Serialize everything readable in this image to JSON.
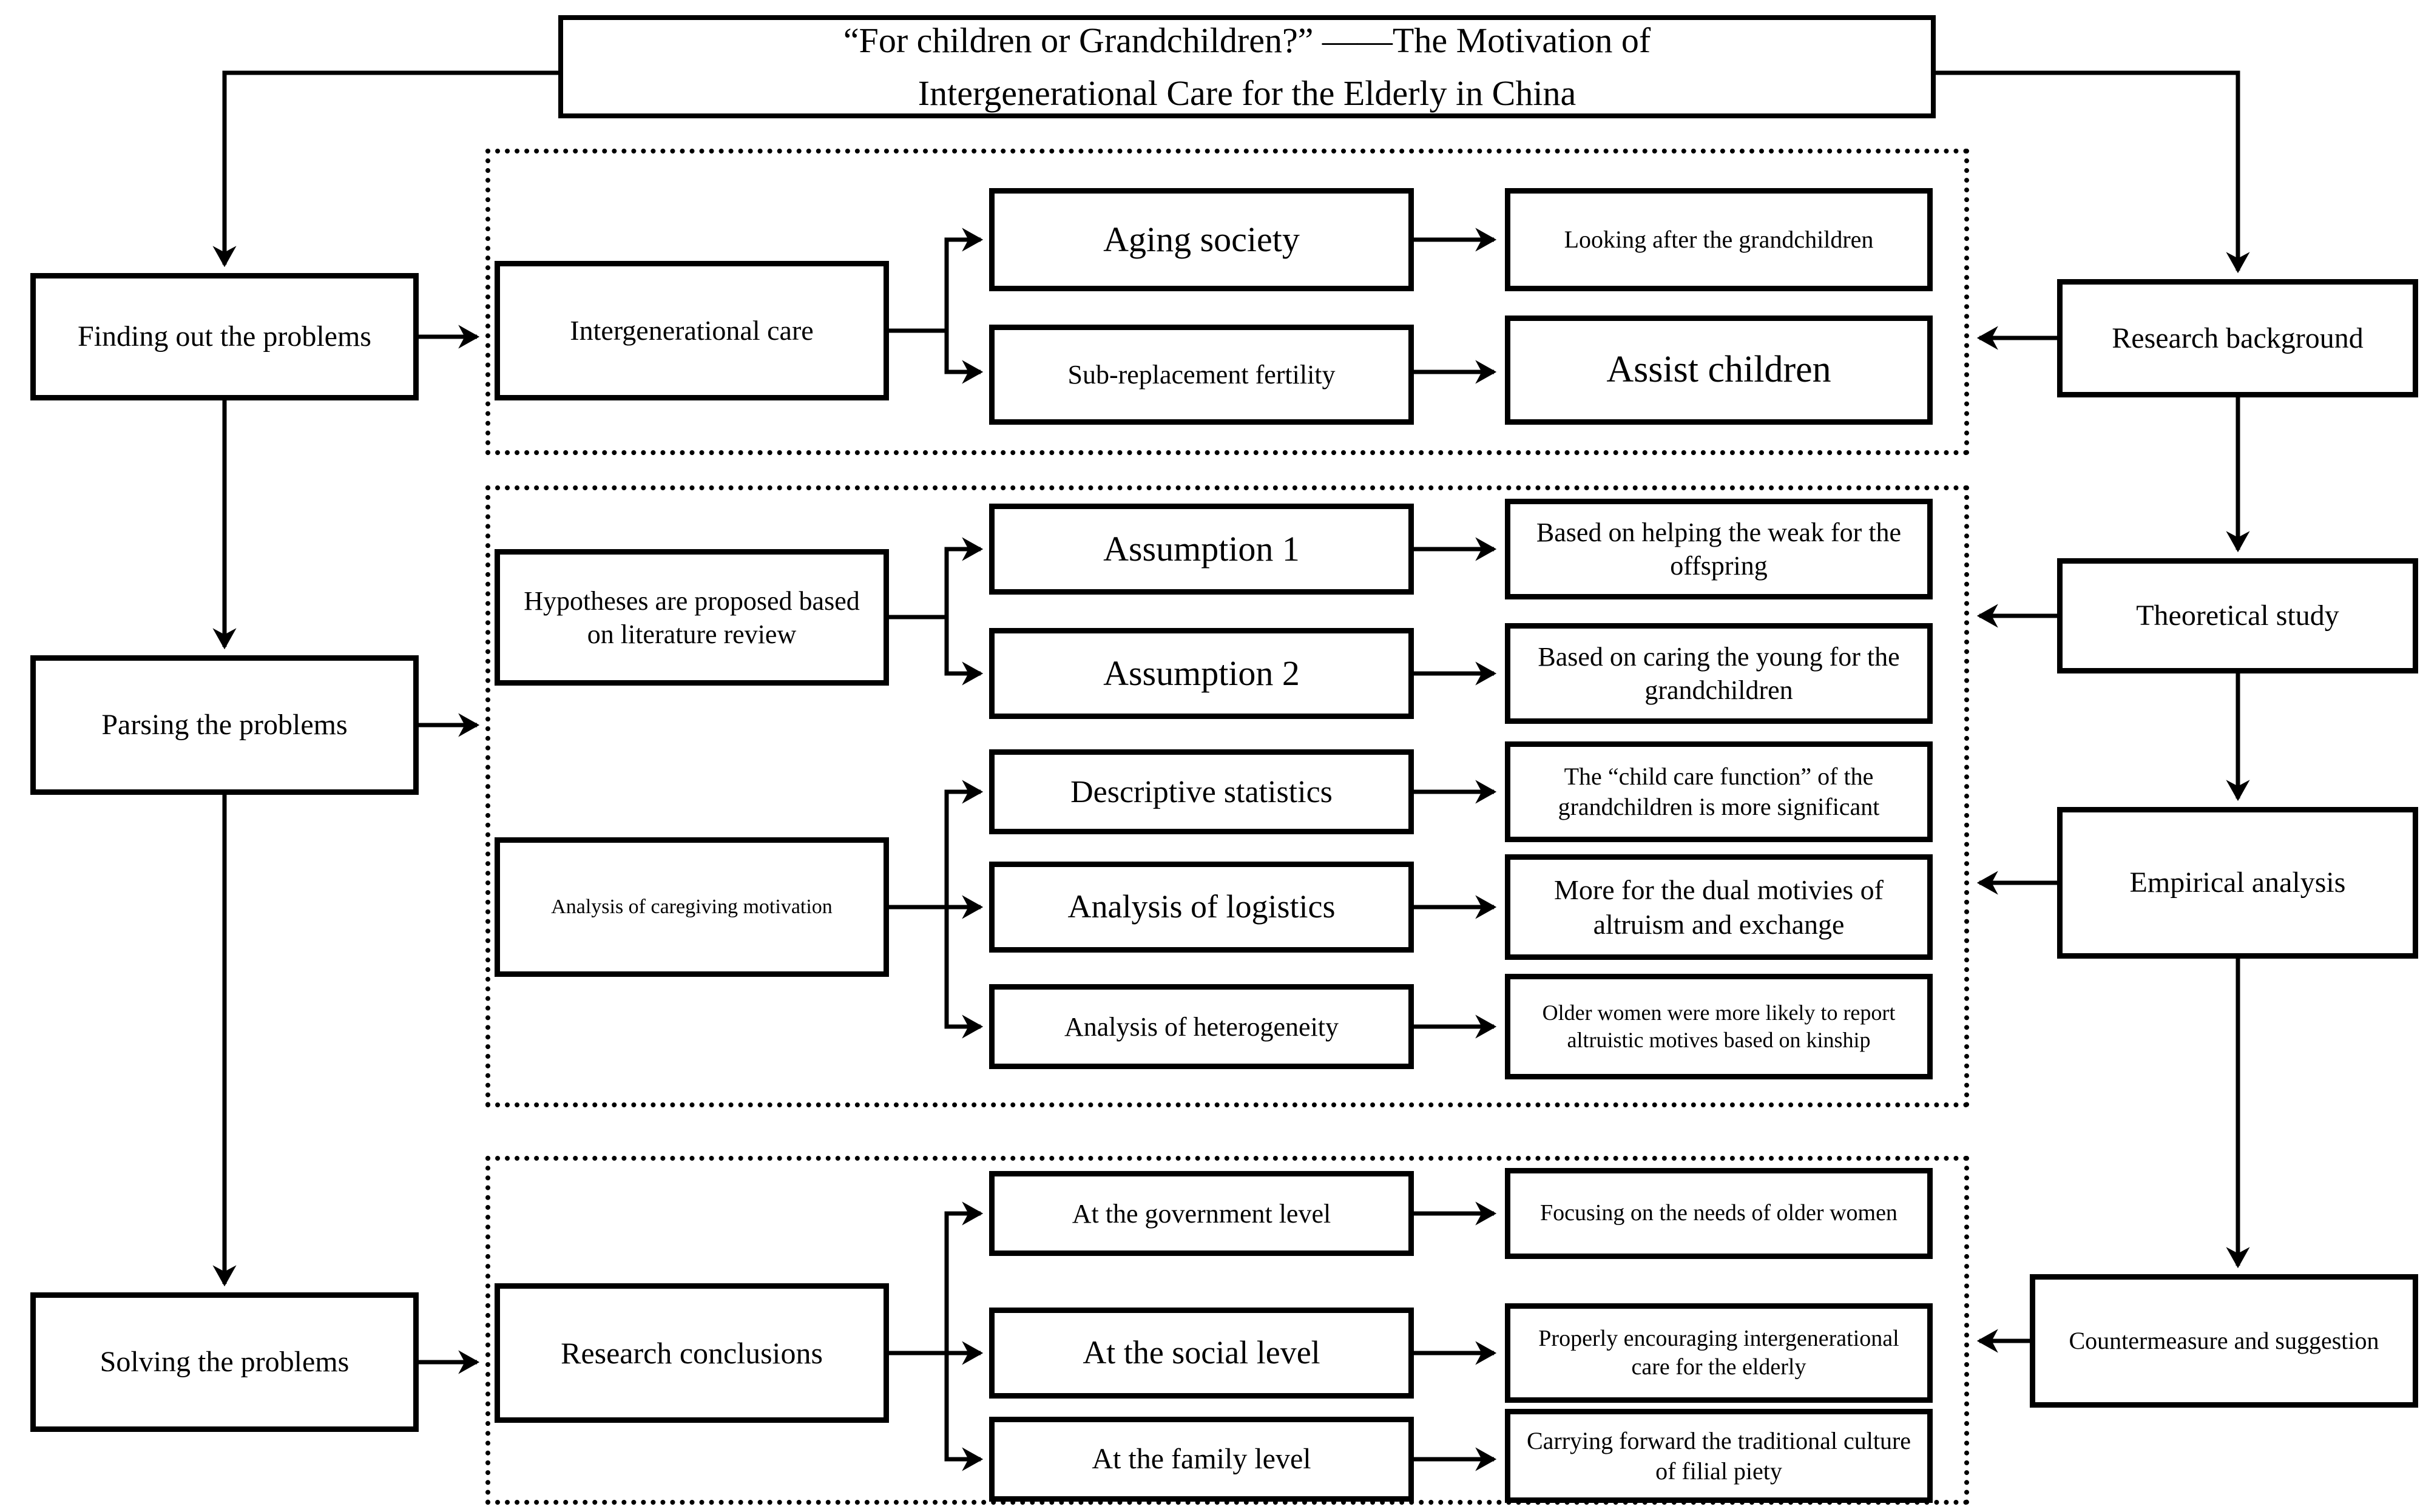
{
  "title": {
    "line1": "“For children or Grandchildren?”  ——The Motivation of",
    "line2": "Intergenerational Care for the Elderly in China"
  },
  "left_column": {
    "finding": "Finding out the problems",
    "parsing": "Parsing the problems",
    "solving": "Solving the problems"
  },
  "right_column": {
    "research_background": "Research background",
    "theoretical_study": "Theoretical study",
    "empirical_analysis": "Empirical analysis",
    "countermeasure": "Countermeasure and suggestion"
  },
  "section1": {
    "source": "Intergenerational care",
    "rows": [
      {
        "mid": "Aging society",
        "result": "Looking after the grandchildren"
      },
      {
        "mid": "Sub-replacement fertility",
        "result": "Assist children"
      }
    ]
  },
  "section2": {
    "hypotheses": {
      "source": "Hypotheses are proposed based on literature review",
      "rows": [
        {
          "mid": "Assumption 1",
          "result": "Based on helping the weak for the offspring"
        },
        {
          "mid": "Assumption 2",
          "result": "Based on caring the young for the grandchildren"
        }
      ]
    },
    "motivation": {
      "source": "Analysis of caregiving motivation",
      "rows": [
        {
          "mid": "Descriptive statistics",
          "result": "The “child care function” of the grandchildren is more significant"
        },
        {
          "mid": "Analysis of logistics",
          "result": "More for the dual motivies of altruism and exchange"
        },
        {
          "mid": "Analysis of heterogeneity",
          "result": "Older women were more likely to report altruistic motives based on kinship"
        }
      ]
    }
  },
  "section3": {
    "source": "Research conclusions",
    "rows": [
      {
        "mid": "At the government level",
        "result": "Focusing on the needs of older women"
      },
      {
        "mid": "At the social level",
        "result": "Properly encouraging intergenerational care for the elderly"
      },
      {
        "mid": "At the family level",
        "result": "Carrying forward the traditional culture of filial piety"
      }
    ]
  },
  "colors": {
    "line": "#000000",
    "background": "#ffffff"
  }
}
